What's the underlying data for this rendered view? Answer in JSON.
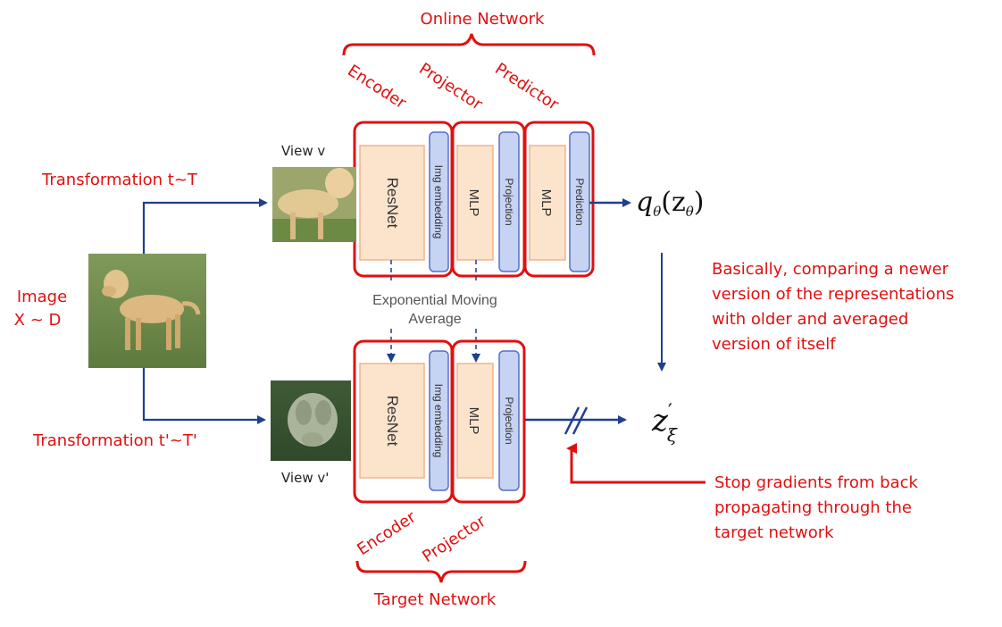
{
  "online": {
    "network_label": "Online Network",
    "encoder_label": "Encoder",
    "projector_label": "Projector",
    "predictor_label": "Predictor",
    "view_label": "View v",
    "transformation_label": "Transformation t~T",
    "resnet": "ResNet",
    "img_embedding": "Img embedding",
    "mlp": "MLP",
    "projection": "Projection",
    "mlp2": "MLP",
    "prediction": "Prediction",
    "output_symbol": "q",
    "output_sub": "θ",
    "output_arg": "(z",
    "output_arg_sub": "θ",
    "output_close": ")"
  },
  "target": {
    "network_label": "Target Network",
    "encoder_label": "Encoder",
    "projector_label": "Projector",
    "view_label": "View v'",
    "transformation_label": "Transformation t'~T'",
    "resnet": "ResNet",
    "img_embedding": "Img embedding",
    "mlp": "MLP",
    "projection": "Projection",
    "output_symbol": "z",
    "output_prime": "′",
    "output_sub": "ξ"
  },
  "image": {
    "label_line1": "Image",
    "label_line2": "X ~ D"
  },
  "ema": {
    "line1": "Exponential Moving",
    "line2": "Average"
  },
  "notes": {
    "comparison": [
      "Basically, comparing a newer",
      "version of the representations",
      "with older and averaged",
      "version of itself"
    ],
    "stop_gradient": [
      "Stop gradients from back",
      "propagating through the",
      "target network"
    ]
  },
  "colors": {
    "annotation_red": "#e01010",
    "arrow_blue": "#1f3f8f",
    "box_orange_fill": "#fce3cc",
    "box_orange_stroke": "#f0b58a",
    "box_blue_fill": "#c7d3f3",
    "box_blue_stroke": "#5570c8"
  }
}
